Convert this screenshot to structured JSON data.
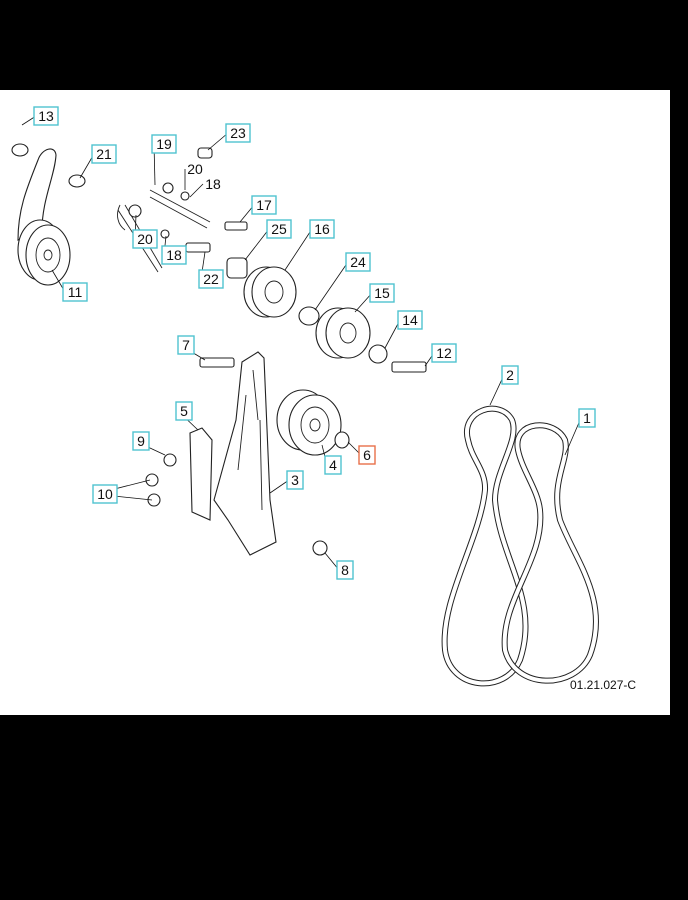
{
  "diagram": {
    "drawing_code": "01.21.027-C",
    "colors": {
      "label_box": "#4fc3cf",
      "highlight_box": "#e8704a",
      "background": "#000000",
      "panel": "#ffffff"
    },
    "callouts": [
      {
        "id": "13",
        "boxed": true
      },
      {
        "id": "21",
        "boxed": true
      },
      {
        "id": "19",
        "boxed": true
      },
      {
        "id": "23",
        "boxed": true
      },
      {
        "id": "20",
        "boxed": false
      },
      {
        "id": "18",
        "boxed": false
      },
      {
        "id": "17",
        "boxed": true
      },
      {
        "id": "25",
        "boxed": true
      },
      {
        "id": "16",
        "boxed": true
      },
      {
        "id": "20",
        "boxed": true
      },
      {
        "id": "18",
        "boxed": true
      },
      {
        "id": "22",
        "boxed": true
      },
      {
        "id": "11",
        "boxed": true
      },
      {
        "id": "24",
        "boxed": true
      },
      {
        "id": "15",
        "boxed": true
      },
      {
        "id": "14",
        "boxed": true
      },
      {
        "id": "12",
        "boxed": true
      },
      {
        "id": "7",
        "boxed": true
      },
      {
        "id": "2",
        "boxed": true
      },
      {
        "id": "1",
        "boxed": true
      },
      {
        "id": "5",
        "boxed": true
      },
      {
        "id": "9",
        "boxed": true
      },
      {
        "id": "6",
        "boxed": true,
        "highlighted": true
      },
      {
        "id": "4",
        "boxed": true
      },
      {
        "id": "3",
        "boxed": true
      },
      {
        "id": "10",
        "boxed": true
      },
      {
        "id": "8",
        "boxed": true
      }
    ]
  }
}
